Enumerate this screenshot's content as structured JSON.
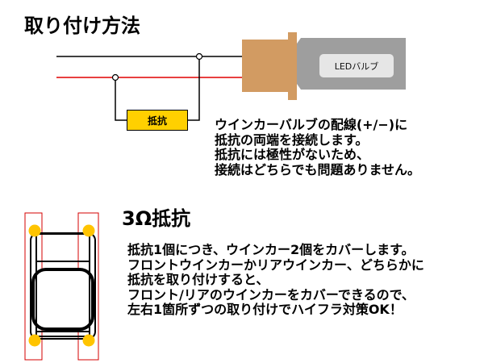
{
  "section1": {
    "title": "取り付け方法",
    "resistor_label": "抵抗",
    "bulb_label": "LEDバルブ",
    "description": [
      "ウインカーバルブの配線(+/−)に",
      "抵抗の両端を接続します。",
      "抵抗には極性がないため、",
      "接続はどちらでも問題ありません。"
    ]
  },
  "section2": {
    "title": "3Ω抵抗",
    "description": [
      "抵抗1個につき、ウインカー2個をカバーします。",
      "フロントウインカーかリアウインカー、どちらかに",
      "抵抗を取り付けすると、",
      "フロント/リアのウインカーをカバーできるので、",
      "左右1箇所ずつの取り付けでハイフラ対策OK！"
    ]
  },
  "colors": {
    "wire_positive": "#e00000",
    "wire_negative": "#000000",
    "resistor_fill": "#ffd000",
    "socket": "#d29b62",
    "bulb_body": "#9e9e9e",
    "terminal_dot": "#ffc400",
    "frame": "#d40000"
  }
}
